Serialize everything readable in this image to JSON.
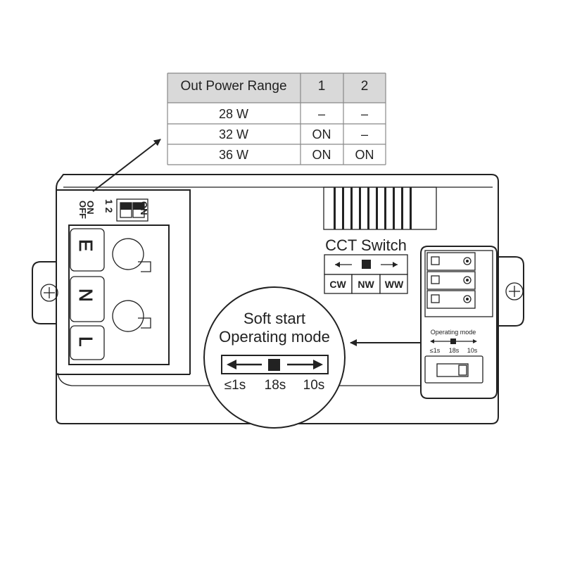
{
  "power_table": {
    "headers": [
      "Out Power Range",
      "1",
      "2"
    ],
    "rows": [
      [
        "28 W",
        "–",
        "–"
      ],
      [
        "32 W",
        "ON",
        "–"
      ],
      [
        "36 W",
        "ON",
        "ON"
      ]
    ]
  },
  "dip_switch": {
    "on_label": "ON",
    "off_label": "OFF",
    "numbers": "1 2",
    "on_side": "ON"
  },
  "terminals": [
    "E",
    "N",
    "L"
  ],
  "cct": {
    "title": "CCT Switch",
    "options": [
      "CW",
      "NW",
      "WW"
    ]
  },
  "mode_switch_small": {
    "label": "Operating mode",
    "options": [
      "≤1s",
      "18s",
      "10s"
    ]
  },
  "zoom_callout": {
    "title_line1": "Soft start",
    "title_line2": "Operating mode",
    "options": [
      "≤1s",
      "18s",
      "10s"
    ]
  },
  "colors": {
    "line": "#222222",
    "table_header": "#d9d9d9",
    "table_body": "#ffffff",
    "background": "#ffffff"
  }
}
